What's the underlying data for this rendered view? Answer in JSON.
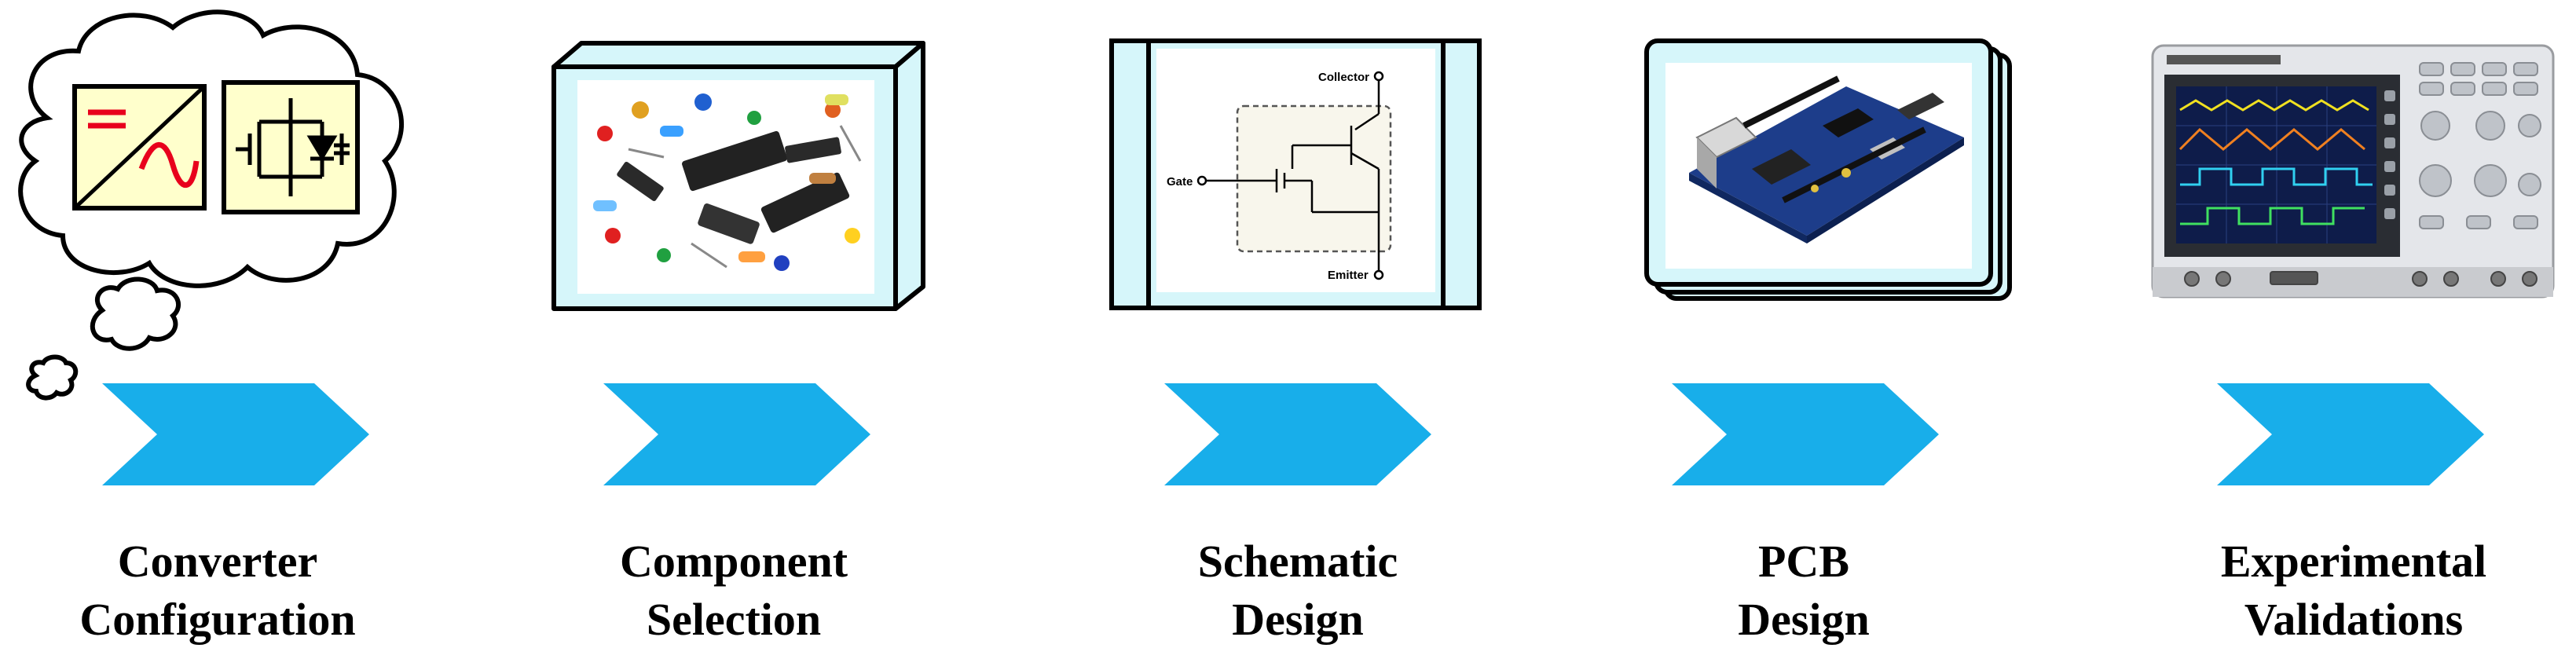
{
  "colors": {
    "arrow": "#18AEEA",
    "panel": "#D6F6FA",
    "block": "#FFFFCC",
    "block_accent": "#E8001C",
    "outline": "#000000"
  },
  "steps": [
    {
      "line1": "Converter",
      "line2": "Configuration",
      "icon": "thought-cloud-icon"
    },
    {
      "line1": "Component",
      "line2": "Selection",
      "icon": "electronic-components-icon"
    },
    {
      "line1": "Schematic",
      "line2": "Design",
      "icon": "schematic-icon"
    },
    {
      "line1": "PCB",
      "line2": "Design",
      "icon": "pcb-board-icon"
    },
    {
      "line1": "Experimental",
      "line2": "Validations",
      "icon": "oscilloscope-icon"
    }
  ],
  "schematic": {
    "collector": "Collector",
    "gate": "Gate",
    "emitter": "Emitter"
  }
}
